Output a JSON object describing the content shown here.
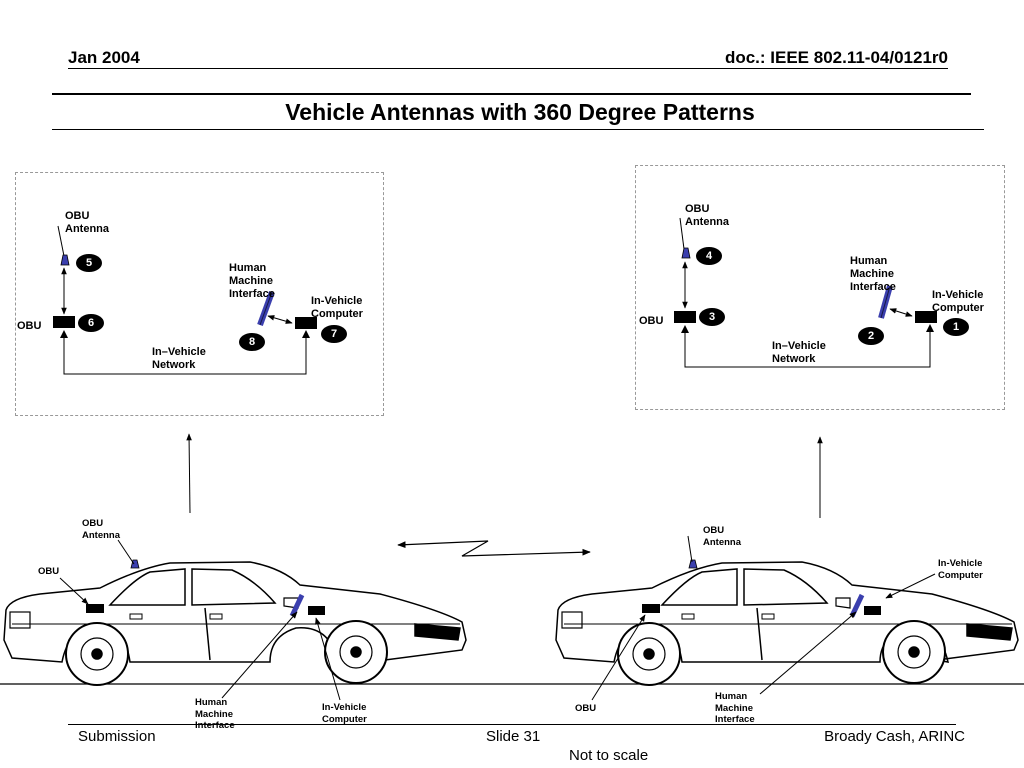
{
  "header": {
    "date": "Jan 2004",
    "doc": "doc.: IEEE 802.11-04/0121r0"
  },
  "title": "Vehicle Antennas with 360 Degree Patterns",
  "left_box": {
    "obu_antenna": "OBU\nAntenna",
    "hmi": "Human\nMachine\nInterface",
    "in_vehicle_computer": "In-Vehicle\nComputer",
    "obu": "OBU",
    "network": "In–Vehicle\nNetwork",
    "badges": {
      "antenna": "5",
      "obu": "6",
      "computer": "7",
      "hmi": "8"
    }
  },
  "right_box": {
    "obu_antenna": "OBU\nAntenna",
    "hmi": "Human\nMachine\nInterface",
    "in_vehicle_computer": "In-Vehicle\nComputer",
    "obu": "OBU",
    "network": "In–Vehicle\nNetwork",
    "badges": {
      "antenna": "4",
      "obu": "3",
      "computer": "1",
      "hmi": "2"
    }
  },
  "left_car": {
    "obu_antenna": "OBU\nAntenna",
    "obu": "OBU",
    "hmi": "Human\nMachine\nInterface",
    "in_vehicle_computer": "In-Vehicle\nComputer"
  },
  "right_car": {
    "obu_antenna": "OBU\nAntenna",
    "in_vehicle_computer": "In-Vehicle\nComputer",
    "obu": "OBU",
    "hmi": "Human\nMachine\nInterface"
  },
  "footer": {
    "left": "Submission",
    "center": "Slide 31",
    "right": "Broady Cash, ARINC",
    "note": "Not to scale"
  },
  "colors": {
    "antenna": "#3b3fae",
    "hmi": "#3b3fae",
    "line": "#000000"
  }
}
